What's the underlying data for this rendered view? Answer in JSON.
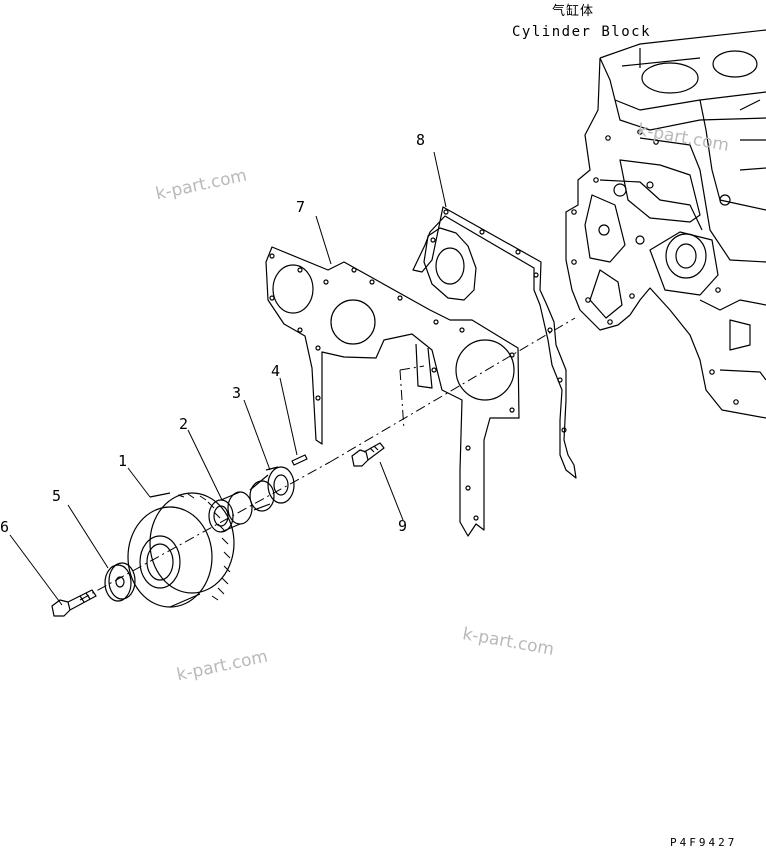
{
  "title": {
    "chinese": "气缸体",
    "english": "Cylinder Block"
  },
  "callouts": [
    "1",
    "2",
    "3",
    "4",
    "5",
    "6",
    "7",
    "8",
    "9"
  ],
  "watermark": "k-part.com",
  "drawing_code": "P4F9427",
  "colors": {
    "line": "#000000",
    "watermark": "#b9b9b9",
    "background": "#ffffff"
  }
}
